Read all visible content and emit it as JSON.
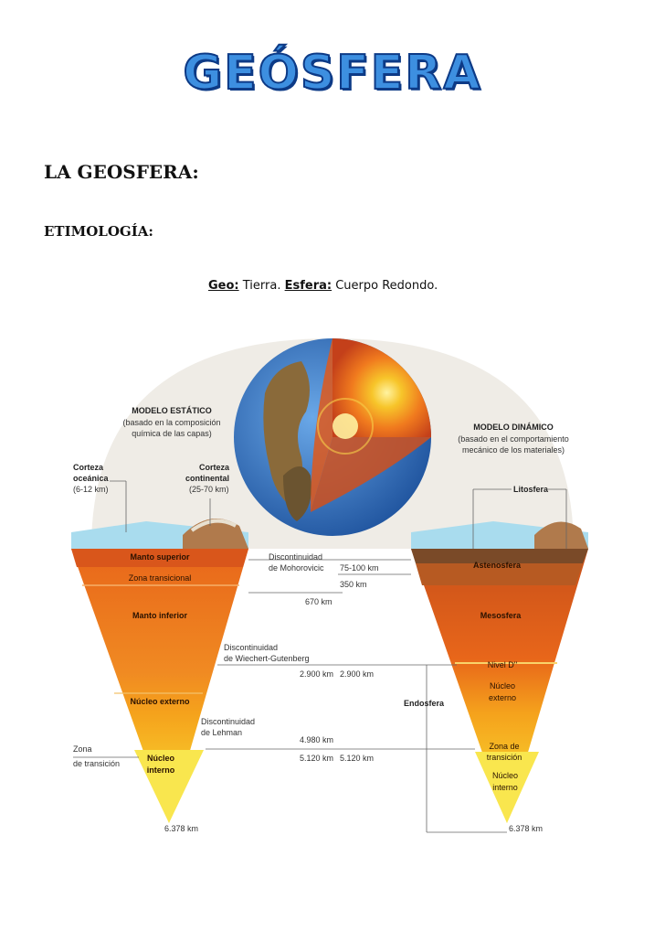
{
  "header": {
    "title": "GEÓSFERA"
  },
  "sections": {
    "heading": "LA GEOSFERA:",
    "etymology_heading": "ETIMOLOGÍA:",
    "etymology": {
      "geo_term": "Geo:",
      "geo_def": " Tierra. ",
      "esfera_term": "Esfera:",
      "esfera_def": " Cuerpo Redondo."
    }
  },
  "diagram": {
    "static_model": {
      "title": "MODELO ESTÁTICO",
      "subtitle_1": "(basado en la composición",
      "subtitle_2": "química de las capas)",
      "corteza_oceanica_1": "Corteza",
      "corteza_oceanica_2": "oceánica",
      "corteza_oceanica_3": "(6-12 km)",
      "corteza_continental_1": "Corteza",
      "corteza_continental_2": "continental",
      "corteza_continental_3": "(25-70 km)",
      "manto_superior": "Manto superior",
      "zona_transicional": "Zona transicional",
      "manto_inferior": "Manto inferior",
      "nucleo_externo": "Núcleo externo",
      "nucleo_interno_1": "Núcleo",
      "nucleo_interno_2": "interno",
      "zona_transicion_1": "Zona",
      "zona_transicion_2": "de transición"
    },
    "dynamic_model": {
      "title": "MODELO DINÁMICO",
      "subtitle_1": "(basado en el comportamiento",
      "subtitle_2": "mecánico de los materiales)",
      "litosfera": "Litosfera",
      "astenosfera": "Astenosfera",
      "mesosfera": "Mesosfera",
      "nivel_d": "Nivel D''",
      "nucleo_externo_1": "Núcleo",
      "nucleo_externo_2": "externo",
      "zona_transicion_1": "Zona de",
      "zona_transicion_2": "transición",
      "nucleo_interno_1": "Núcleo",
      "nucleo_interno_2": "interno",
      "endosfera": "Endosfera"
    },
    "discontinuities": {
      "moho_1": "Discontinuidad",
      "moho_2": "de Mohorovicic",
      "wiechert_1": "Discontinuidad",
      "wiechert_2": "de Wiechert-Gutenberg",
      "lehman_1": "Discontinuidad",
      "lehman_2": "de Lehman"
    },
    "depths": {
      "d75": "75-100 km",
      "d350": "350 km",
      "d670": "670 km",
      "d2900_left": "2.900 km",
      "d2900_right": "2.900 km",
      "d4980": "4.980 km",
      "d5120_left": "5.120 km",
      "d5120_right": "5.120 km",
      "d6378_left": "6.378 km",
      "d6378_right": "6.378 km"
    },
    "colors": {
      "mantle": "#f07a1e",
      "core": "#f5b21c",
      "inner_core": "#f9e23a",
      "ocean": "#8fd0e8",
      "globe_ocean": "#2e6fc0"
    }
  }
}
